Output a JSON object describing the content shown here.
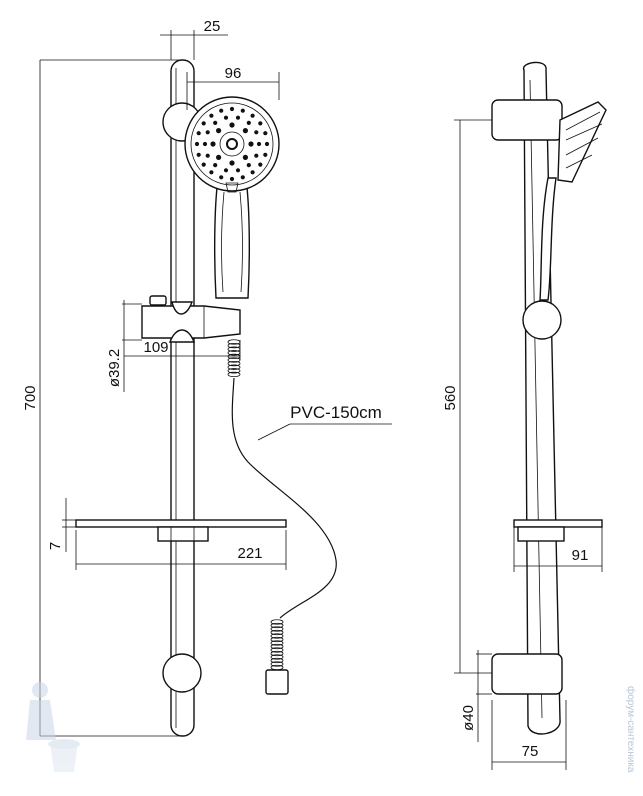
{
  "front_view": {
    "dims": {
      "bar_diameter": "25",
      "head_width": "96",
      "total_height": "700",
      "holder_diameter": "ø39.2",
      "holder_width": "109",
      "shelf_thickness": "7",
      "shelf_width": "221"
    },
    "hose_label": "PVC-150cm"
  },
  "side_view": {
    "dims": {
      "bracket_spacing": "560",
      "shelf_depth": "91",
      "bracket_diameter": "ø40",
      "bracket_depth": "75"
    }
  },
  "watermark": "форум-сантехника"
}
